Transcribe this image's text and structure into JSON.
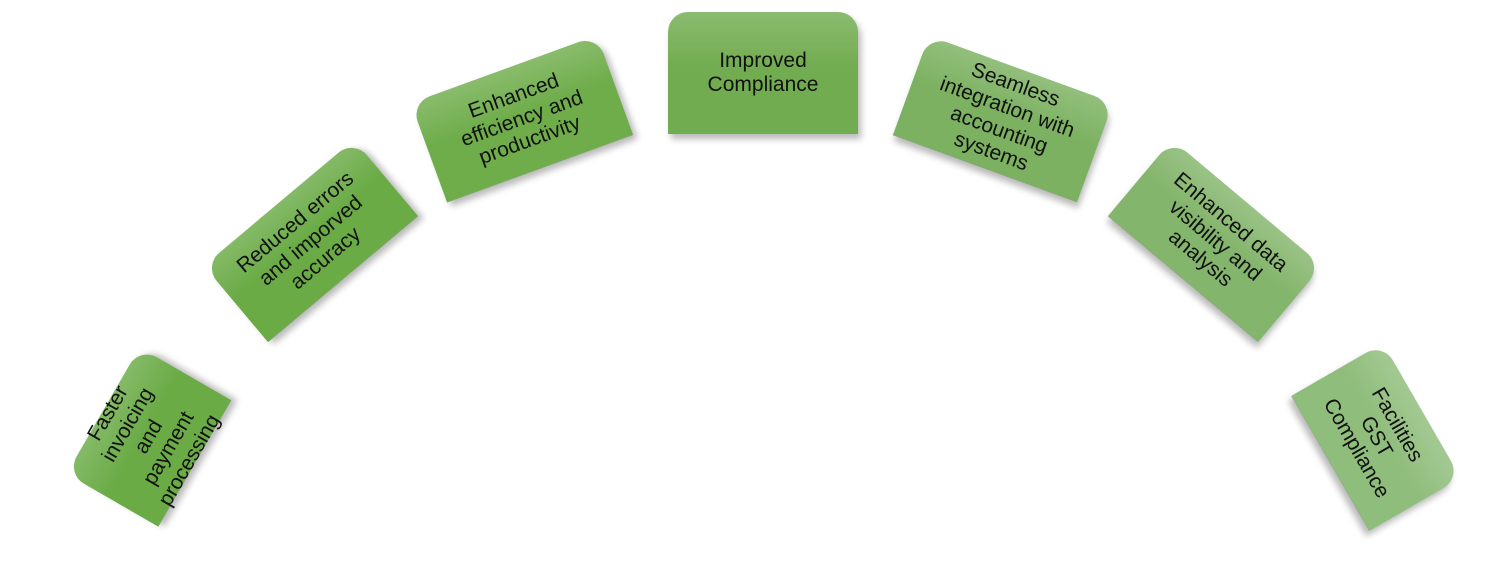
{
  "diagram": {
    "items": [
      {
        "label": "Faster invoicing and payment processing",
        "color": "#6aab46"
      },
      {
        "label": "Reduced errors and imporved accuracy",
        "color": "#6aab46"
      },
      {
        "label": "Enhanced efficiency and productivity",
        "color": "#6fad4b"
      },
      {
        "label": "Improved Compliance",
        "color": "#72ac50"
      },
      {
        "label": "Seamless integration with accounting systems",
        "color": "#7bb160"
      },
      {
        "label": "Enhanced data visibility and analysis",
        "color": "#84b56c"
      },
      {
        "label": "Facilities GST Compliance",
        "color": "#8fbd7b"
      }
    ]
  }
}
